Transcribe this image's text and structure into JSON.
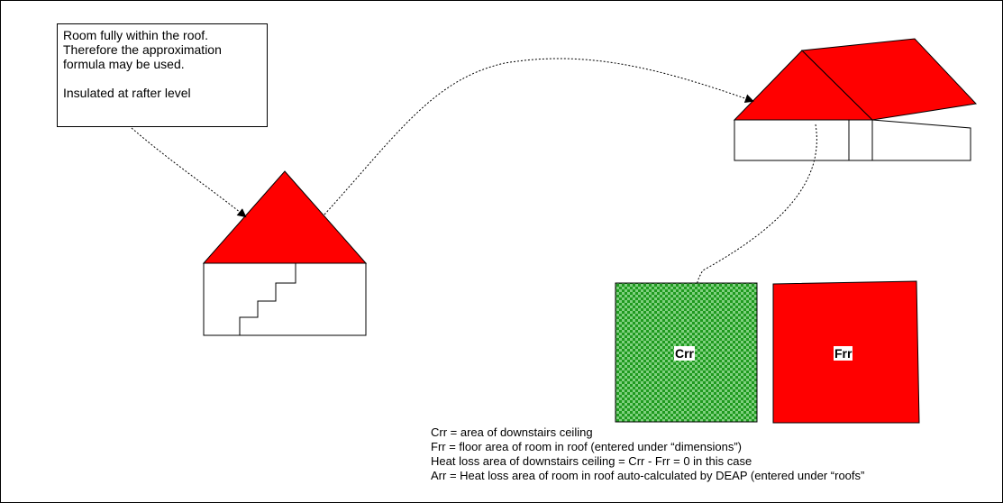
{
  "note": {
    "lines": [
      "Room fully within the roof.",
      "Therefore the approximation",
      "formula may be used.",
      "",
      "Insulated at rafter level"
    ]
  },
  "squares": {
    "left_label": "Crr",
    "right_label": "Frr"
  },
  "legend": {
    "lines": [
      "Crr = area of downstairs ceiling",
      "Frr = floor area of room in roof (entered under “dimensions”)",
      "Heat loss area of downstairs ceiling = Crr - Frr  = 0 in this case",
      "Arr = Heat loss area of room in roof auto-calculated by DEAP (entered under “roofs”"
    ]
  },
  "colors": {
    "roof_red": "#ff0000",
    "pattern_green": "#1f9a1f",
    "pattern_light": "#7fd07f",
    "outline": "#000000"
  }
}
